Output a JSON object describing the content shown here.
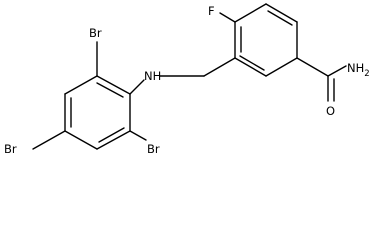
{
  "molecule": {
    "atom_labels": {
      "fluorine": "F",
      "amine_nh": "NH",
      "amide_n": "NH",
      "amide_n_subscript": "2",
      "carbonyl_o": "O",
      "br_top": "Br",
      "br_left": "Br",
      "br_right": "Br"
    }
  }
}
